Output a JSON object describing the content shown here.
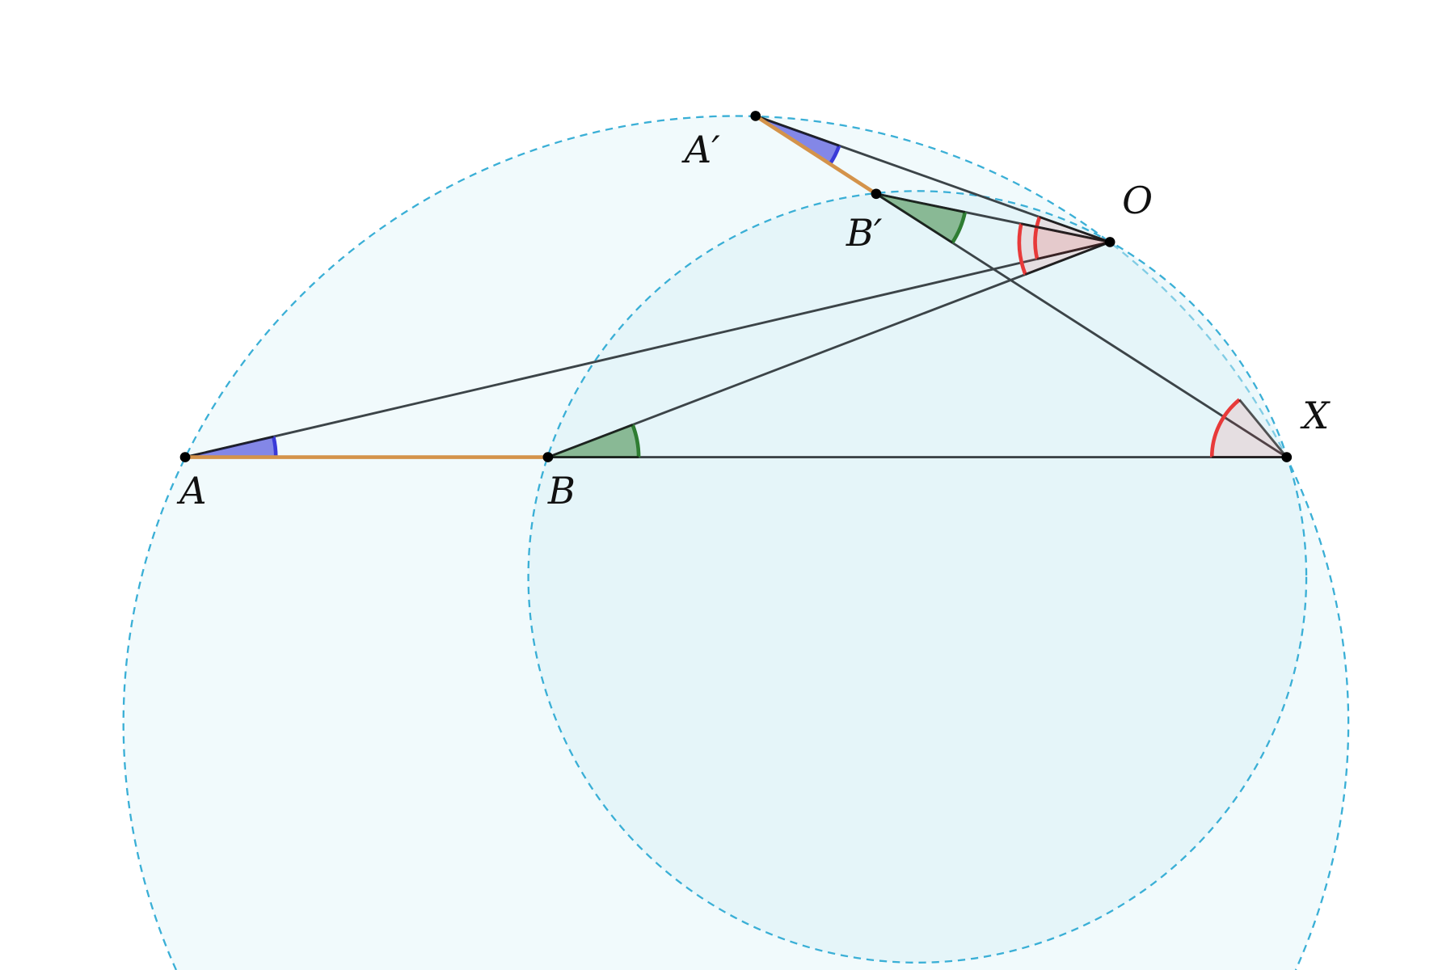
{
  "diagram": {
    "labels": {
      "A": "A",
      "B": "B",
      "A_prime": "A′",
      "B_prime": "B′",
      "O": "O",
      "X": "X"
    },
    "colors": {
      "circle_stroke": "#3aafd6",
      "circle_fill": "#e6f5fa",
      "segment": "#d4934a",
      "line": "#3c4448",
      "angle_blue": "#3a3ad8",
      "angle_green": "#2e7d32",
      "angle_red": "#e83a3a",
      "point": "#000000"
    }
  }
}
